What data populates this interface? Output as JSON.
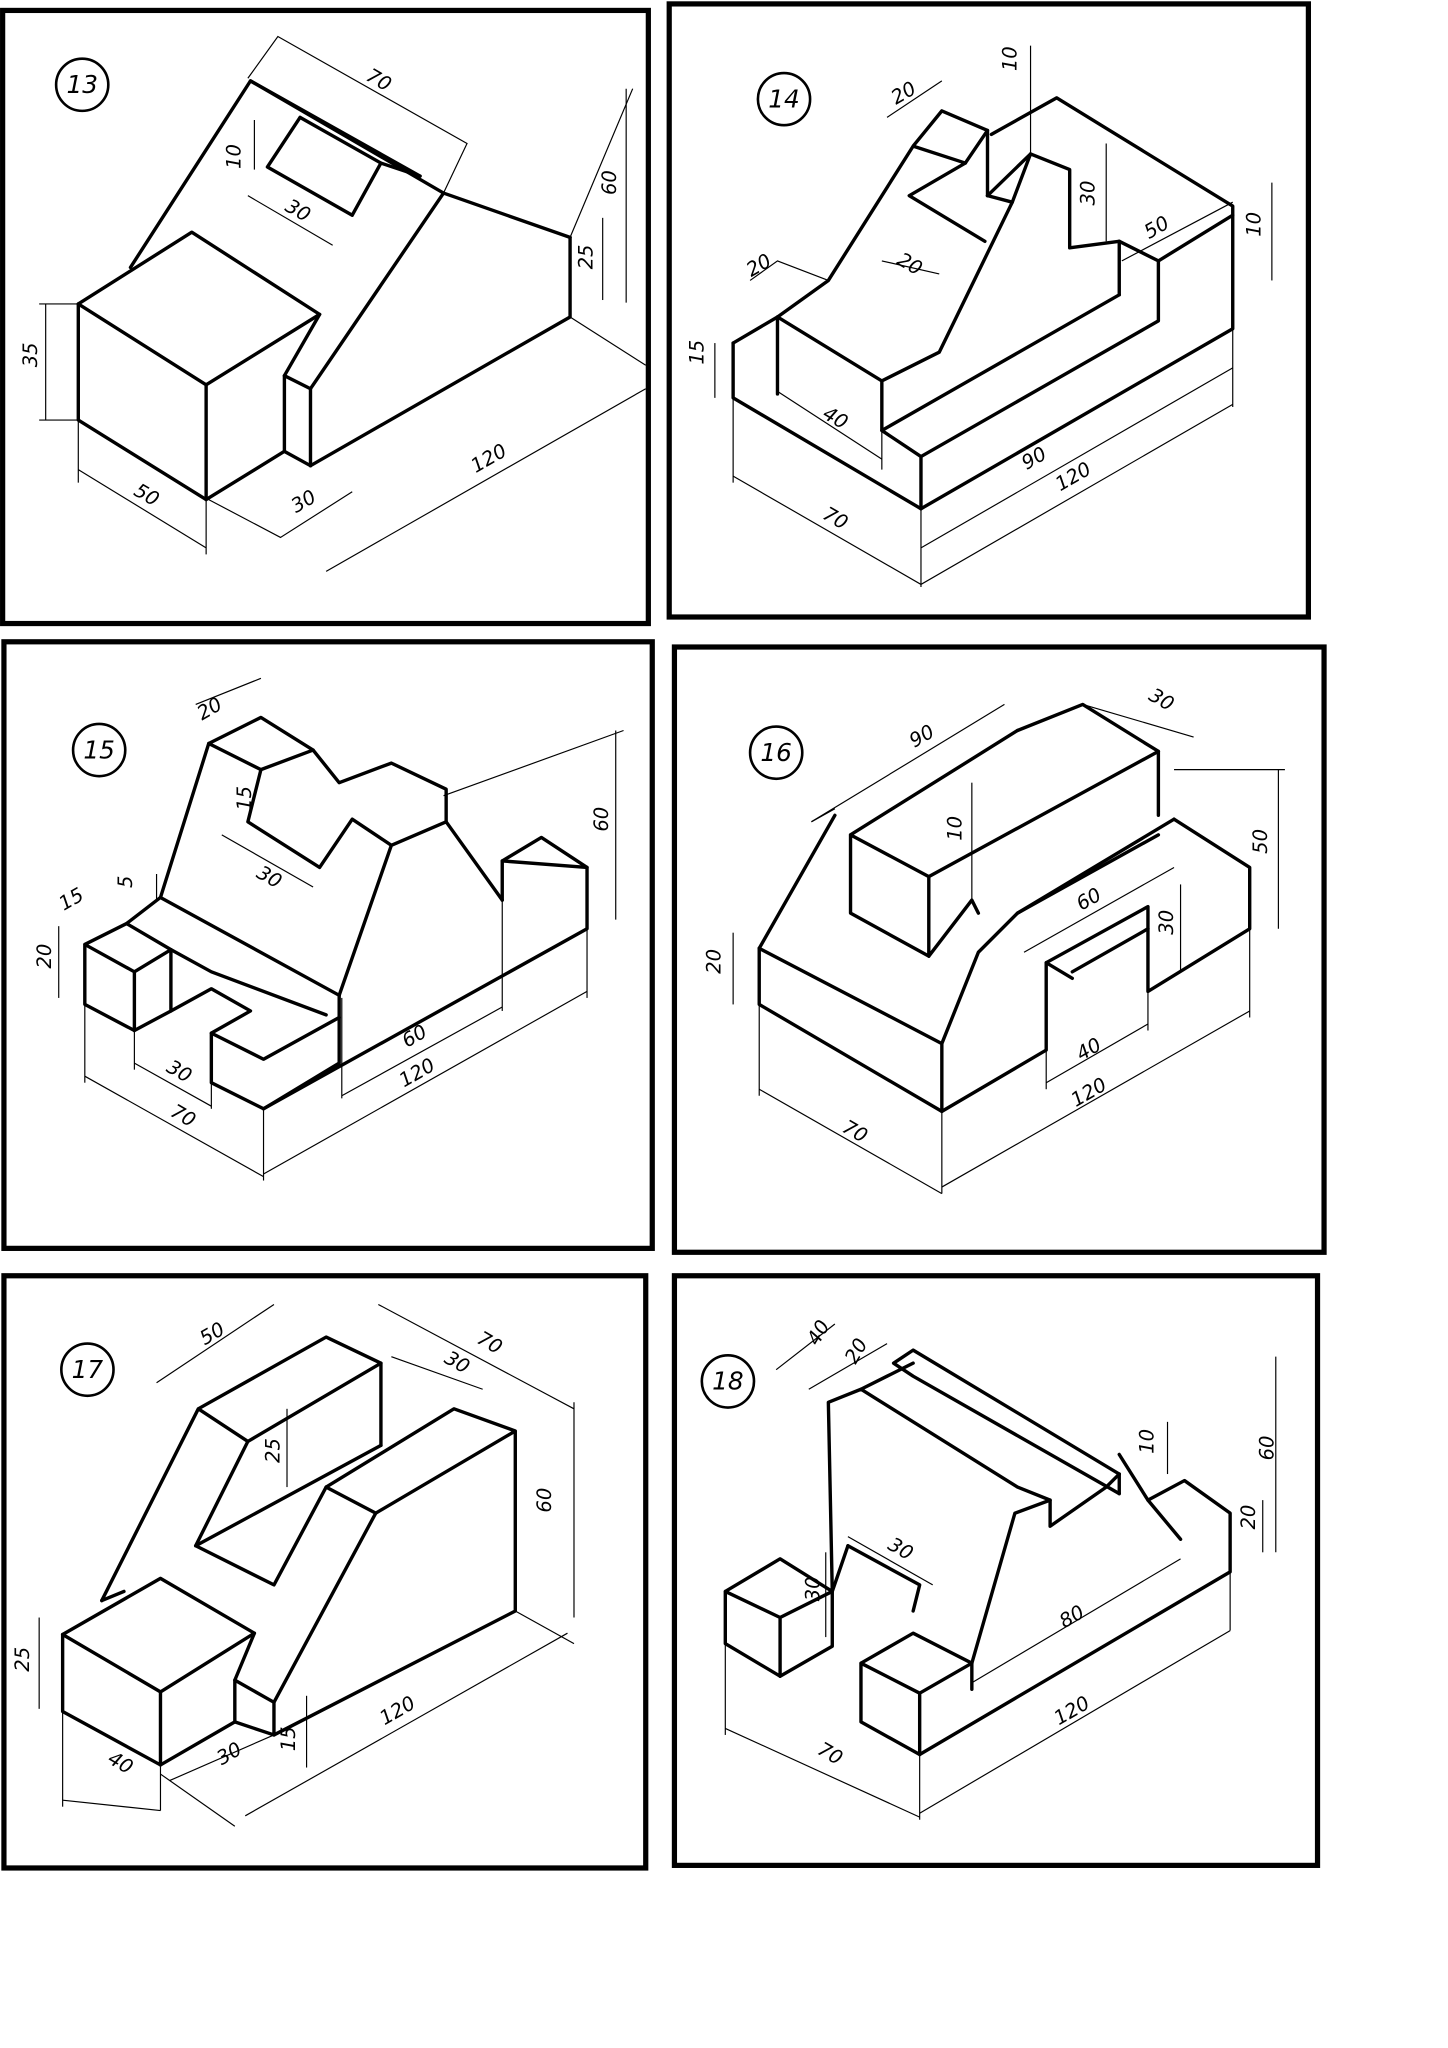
{
  "figures": [
    {
      "number": "13",
      "dimensions": [
        "70",
        "10",
        "30",
        "60",
        "25",
        "35",
        "50",
        "30",
        "120"
      ]
    },
    {
      "number": "14",
      "dimensions": [
        "20",
        "10",
        "30",
        "50",
        "10",
        "20",
        "20",
        "15",
        "40",
        "90",
        "120",
        "70"
      ]
    },
    {
      "number": "15",
      "dimensions": [
        "20",
        "15",
        "5",
        "15",
        "20",
        "30",
        "60",
        "30",
        "70",
        "60",
        "120"
      ]
    },
    {
      "number": "16",
      "dimensions": [
        "90",
        "30",
        "10",
        "50",
        "60",
        "30",
        "20",
        "40",
        "120",
        "70"
      ]
    },
    {
      "number": "17",
      "dimensions": [
        "50",
        "70",
        "30",
        "25",
        "60",
        "25",
        "40",
        "30",
        "15",
        "120"
      ]
    },
    {
      "number": "18",
      "dimensions": [
        "40",
        "20",
        "10",
        "60",
        "20",
        "30",
        "30",
        "80",
        "120",
        "70"
      ]
    }
  ]
}
